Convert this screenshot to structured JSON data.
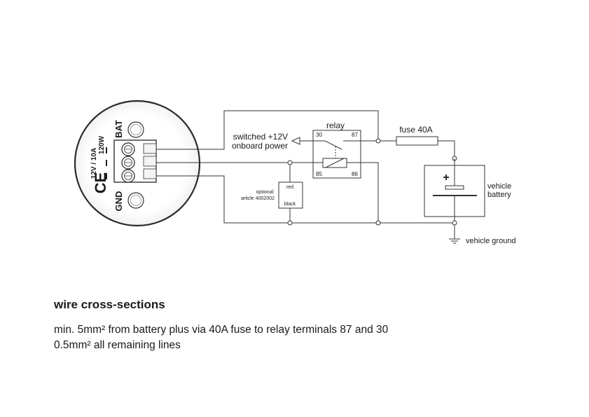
{
  "gauge": {
    "rating_line1": "12V / 10A",
    "rating_line2": "120W",
    "bat_label": "BAT",
    "gnd_label": "GND",
    "ce_mark": "CE"
  },
  "relay": {
    "title": "relay",
    "terminal_30": "30",
    "terminal_87": "87",
    "terminal_85": "85",
    "terminal_86": "86"
  },
  "output": {
    "line1": "switched +12V",
    "line2": "onboard power"
  },
  "fuse": {
    "label": "fuse 40A"
  },
  "battery": {
    "plus": "+",
    "line1": "vehicle",
    "line2": "battery"
  },
  "optional": {
    "line1": "optional:",
    "line2": "article 4002002",
    "red": "red",
    "black": "black"
  },
  "ground": {
    "label": "vehicle ground"
  },
  "wire_sections": {
    "heading": "wire cross-sections",
    "line1": "min. 5mm² from battery plus via 40A fuse to relay terminals 87 and 30",
    "line2": "0.5mm² all remaining lines"
  }
}
